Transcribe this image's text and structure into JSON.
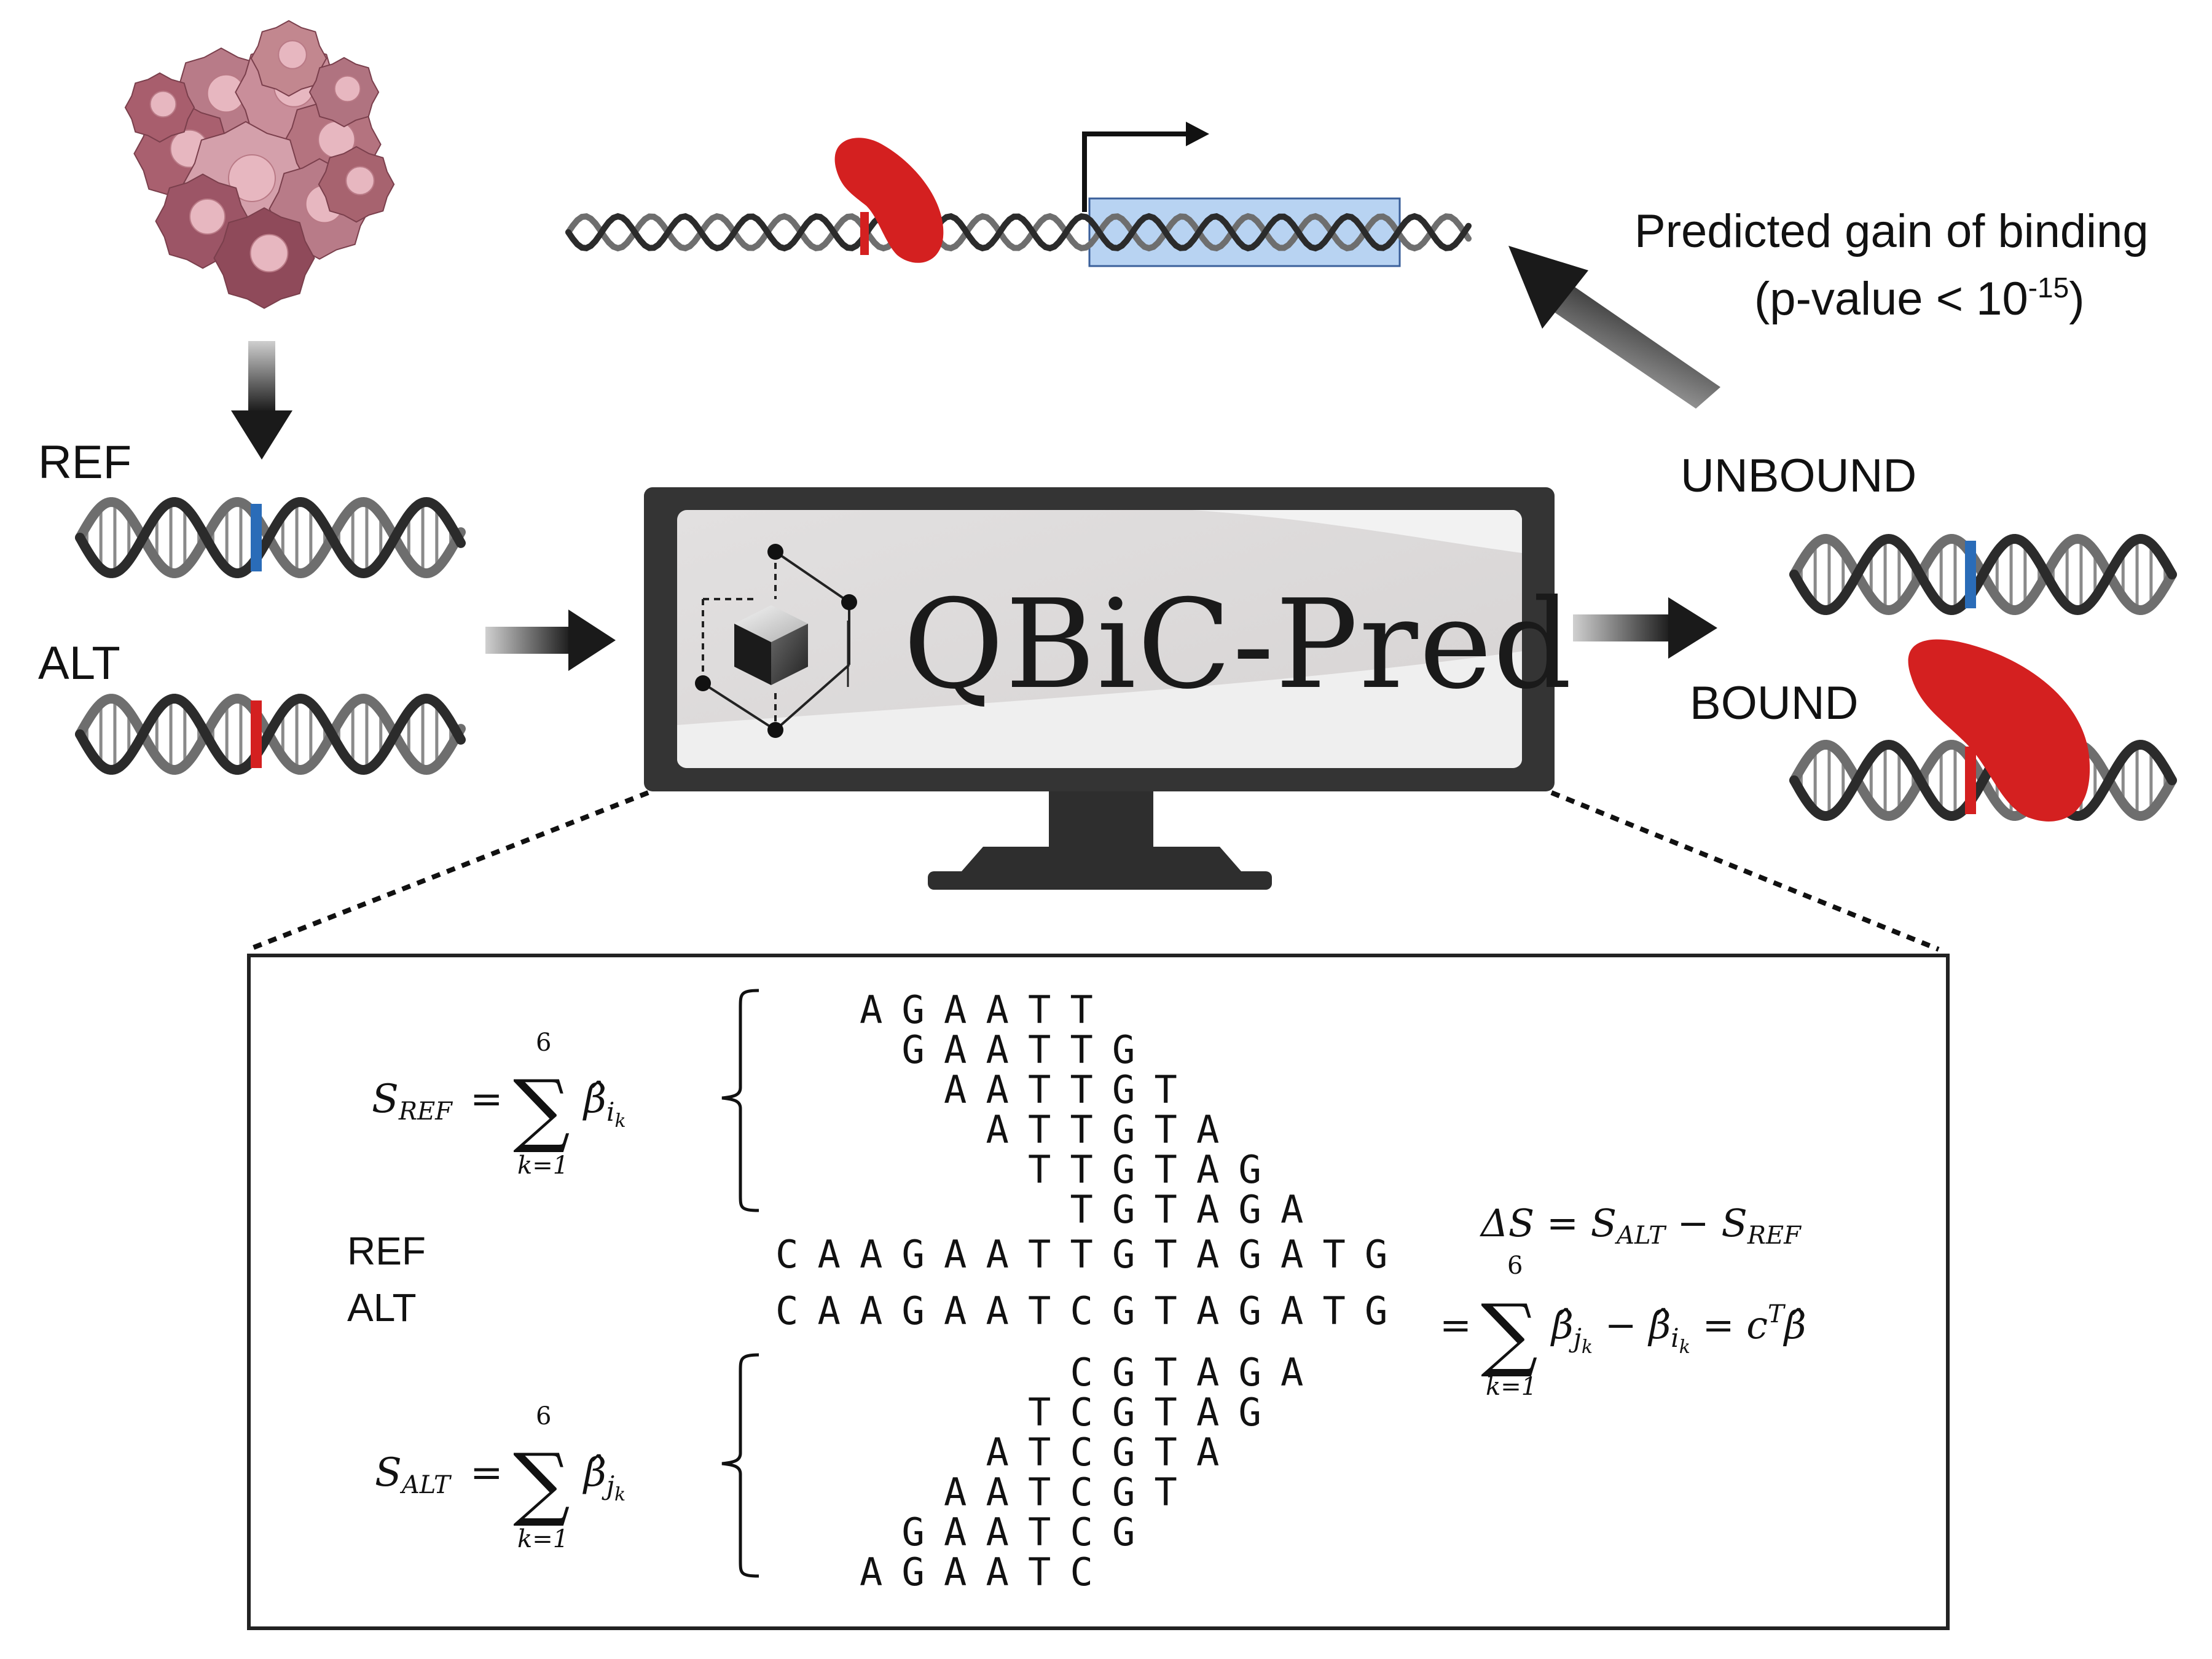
{
  "labels": {
    "ref": "REF",
    "alt": "ALT",
    "unbound": "UNBOUND",
    "bound": "BOUND",
    "predicted_line1": "Predicted gain of binding",
    "predicted_line2_prefix": "(p-value < 10",
    "predicted_line2_exp": "-15",
    "predicted_line2_suffix": ")",
    "logo_text": "QBiC-Pred"
  },
  "colors": {
    "ref_variant": "#2a6cb8",
    "alt_variant": "#d42020",
    "tf_protein": "#d42020",
    "ref_base": "#4a5bd6",
    "alt_base": "#e02020",
    "gene_box": "#b8d3f2",
    "dna_dark": "#2b2b2b",
    "dna_light": "#6e6e6e",
    "monitor": "#333333"
  },
  "icons": [
    "tumor-cells-icon",
    "dna-helix-icon",
    "transcription-factor-icon",
    "tss-arrow-icon",
    "monitor-icon",
    "cube-logo-icon"
  ],
  "sequences": {
    "ref_label": "REF",
    "alt_label": "ALT",
    "ref_full": [
      "C",
      "A",
      "A",
      "G",
      "A",
      "A",
      "T",
      "T",
      "G",
      "T",
      "A",
      "G",
      "A",
      "T",
      "G"
    ],
    "alt_full": [
      "C",
      "A",
      "A",
      "G",
      "A",
      "A",
      "T",
      "C",
      "G",
      "T",
      "A",
      "G",
      "A",
      "T",
      "G"
    ],
    "variant_index": 7,
    "ref_kmers": [
      "AGAATT",
      "GAATTG",
      "AATTGT",
      "ATTGTA",
      "TTGTAG",
      "TGTAGA"
    ],
    "alt_kmers": [
      "CGTAGA",
      "TCGTAG",
      "ATCGTA",
      "AATCGT",
      "GAATCG",
      "AGAATC"
    ]
  },
  "formulas": {
    "s_ref": {
      "lhs": "S",
      "lhs_sub": "REF",
      "upper": "6",
      "lower": "k=1",
      "term": "β̂",
      "term_sub": "i",
      "term_subsub": "k"
    },
    "s_alt": {
      "lhs": "S",
      "lhs_sub": "ALT",
      "upper": "6",
      "lower": "k=1",
      "term": "β̂",
      "term_sub": "j",
      "term_subsub": "k"
    },
    "delta": {
      "line1": "ΔS = S",
      "line1_sub1": "ALT",
      "line1_mid": " − S",
      "line1_sub2": "REF",
      "upper": "6",
      "lower": "k=1",
      "eq": "=",
      "t1": "β̂",
      "t1_sub": "j",
      "t1_subsub": "k",
      "minus": " − ",
      "t2": "β̂",
      "t2_sub": "i",
      "t2_subsub": "k",
      "eq2": " = c",
      "sup": "T",
      "end": "β̂"
    }
  }
}
